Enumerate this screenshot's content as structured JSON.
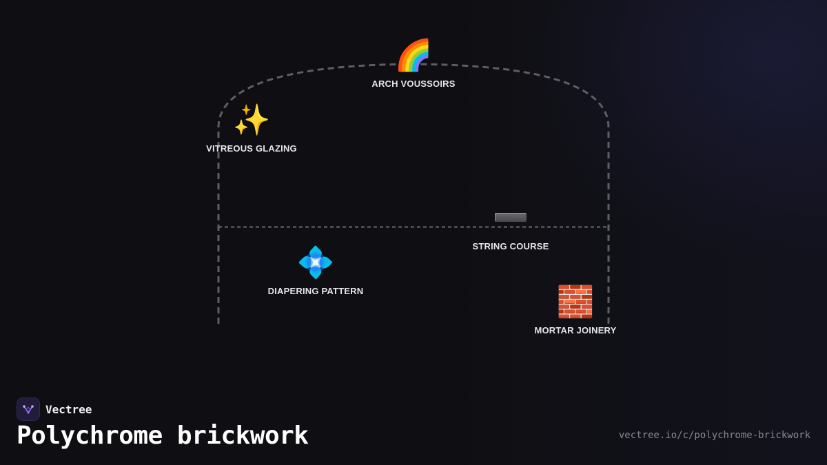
{
  "brand": {
    "name": "Vectree"
  },
  "title": "Polychrome brickwork",
  "url": "vectree.io/c/polychrome-brickwork",
  "nodes": [
    {
      "id": "arch",
      "label": "ARCH VOUSSOIRS",
      "icon": "rainbow-icon",
      "glyph": "🌈"
    },
    {
      "id": "glazing",
      "label": "VITREOUS GLAZING",
      "icon": "sparkles-icon",
      "glyph": "✨"
    },
    {
      "id": "string",
      "label": "STRING COURSE",
      "icon": "horizontal-bar-icon"
    },
    {
      "id": "diaper",
      "label": "DIAPERING PATTERN",
      "icon": "diamond-flower-icon",
      "glyph": "💠"
    },
    {
      "id": "mortar",
      "label": "MORTAR JOINERY",
      "icon": "brick-icon",
      "glyph": "🧱"
    }
  ],
  "colors": {
    "background": "#0f0f13",
    "outline": "#5e5e64",
    "label": "#e6e6ea",
    "logo_bg": "#211c3a",
    "logo_accent": "#9b6cf0"
  }
}
